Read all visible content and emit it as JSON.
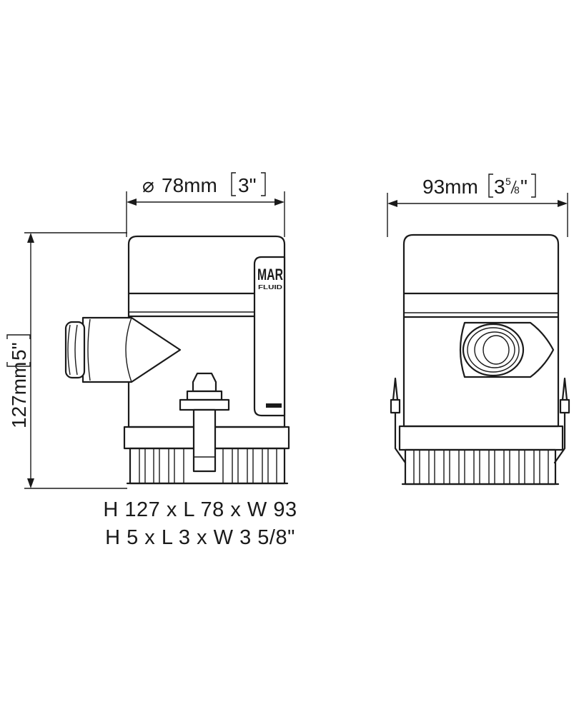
{
  "front_view": {
    "width_dim": {
      "symbol": "⌀",
      "metric": "78mm",
      "imperial": "3\""
    },
    "height_dim": {
      "metric": "127mm",
      "imperial": "5\""
    },
    "logo": {
      "line1": "MAR",
      "line2": "FLUID"
    }
  },
  "side_view": {
    "width_dim": {
      "metric": "93mm",
      "imperial_whole": "3",
      "imperial_num": "5",
      "imperial_den": "8",
      "imperial_suffix": "\""
    }
  },
  "summary": {
    "metric": "H 127 x L 78 x W 93",
    "imperial": "H 5 x L 3 x W 3 5/8\""
  }
}
